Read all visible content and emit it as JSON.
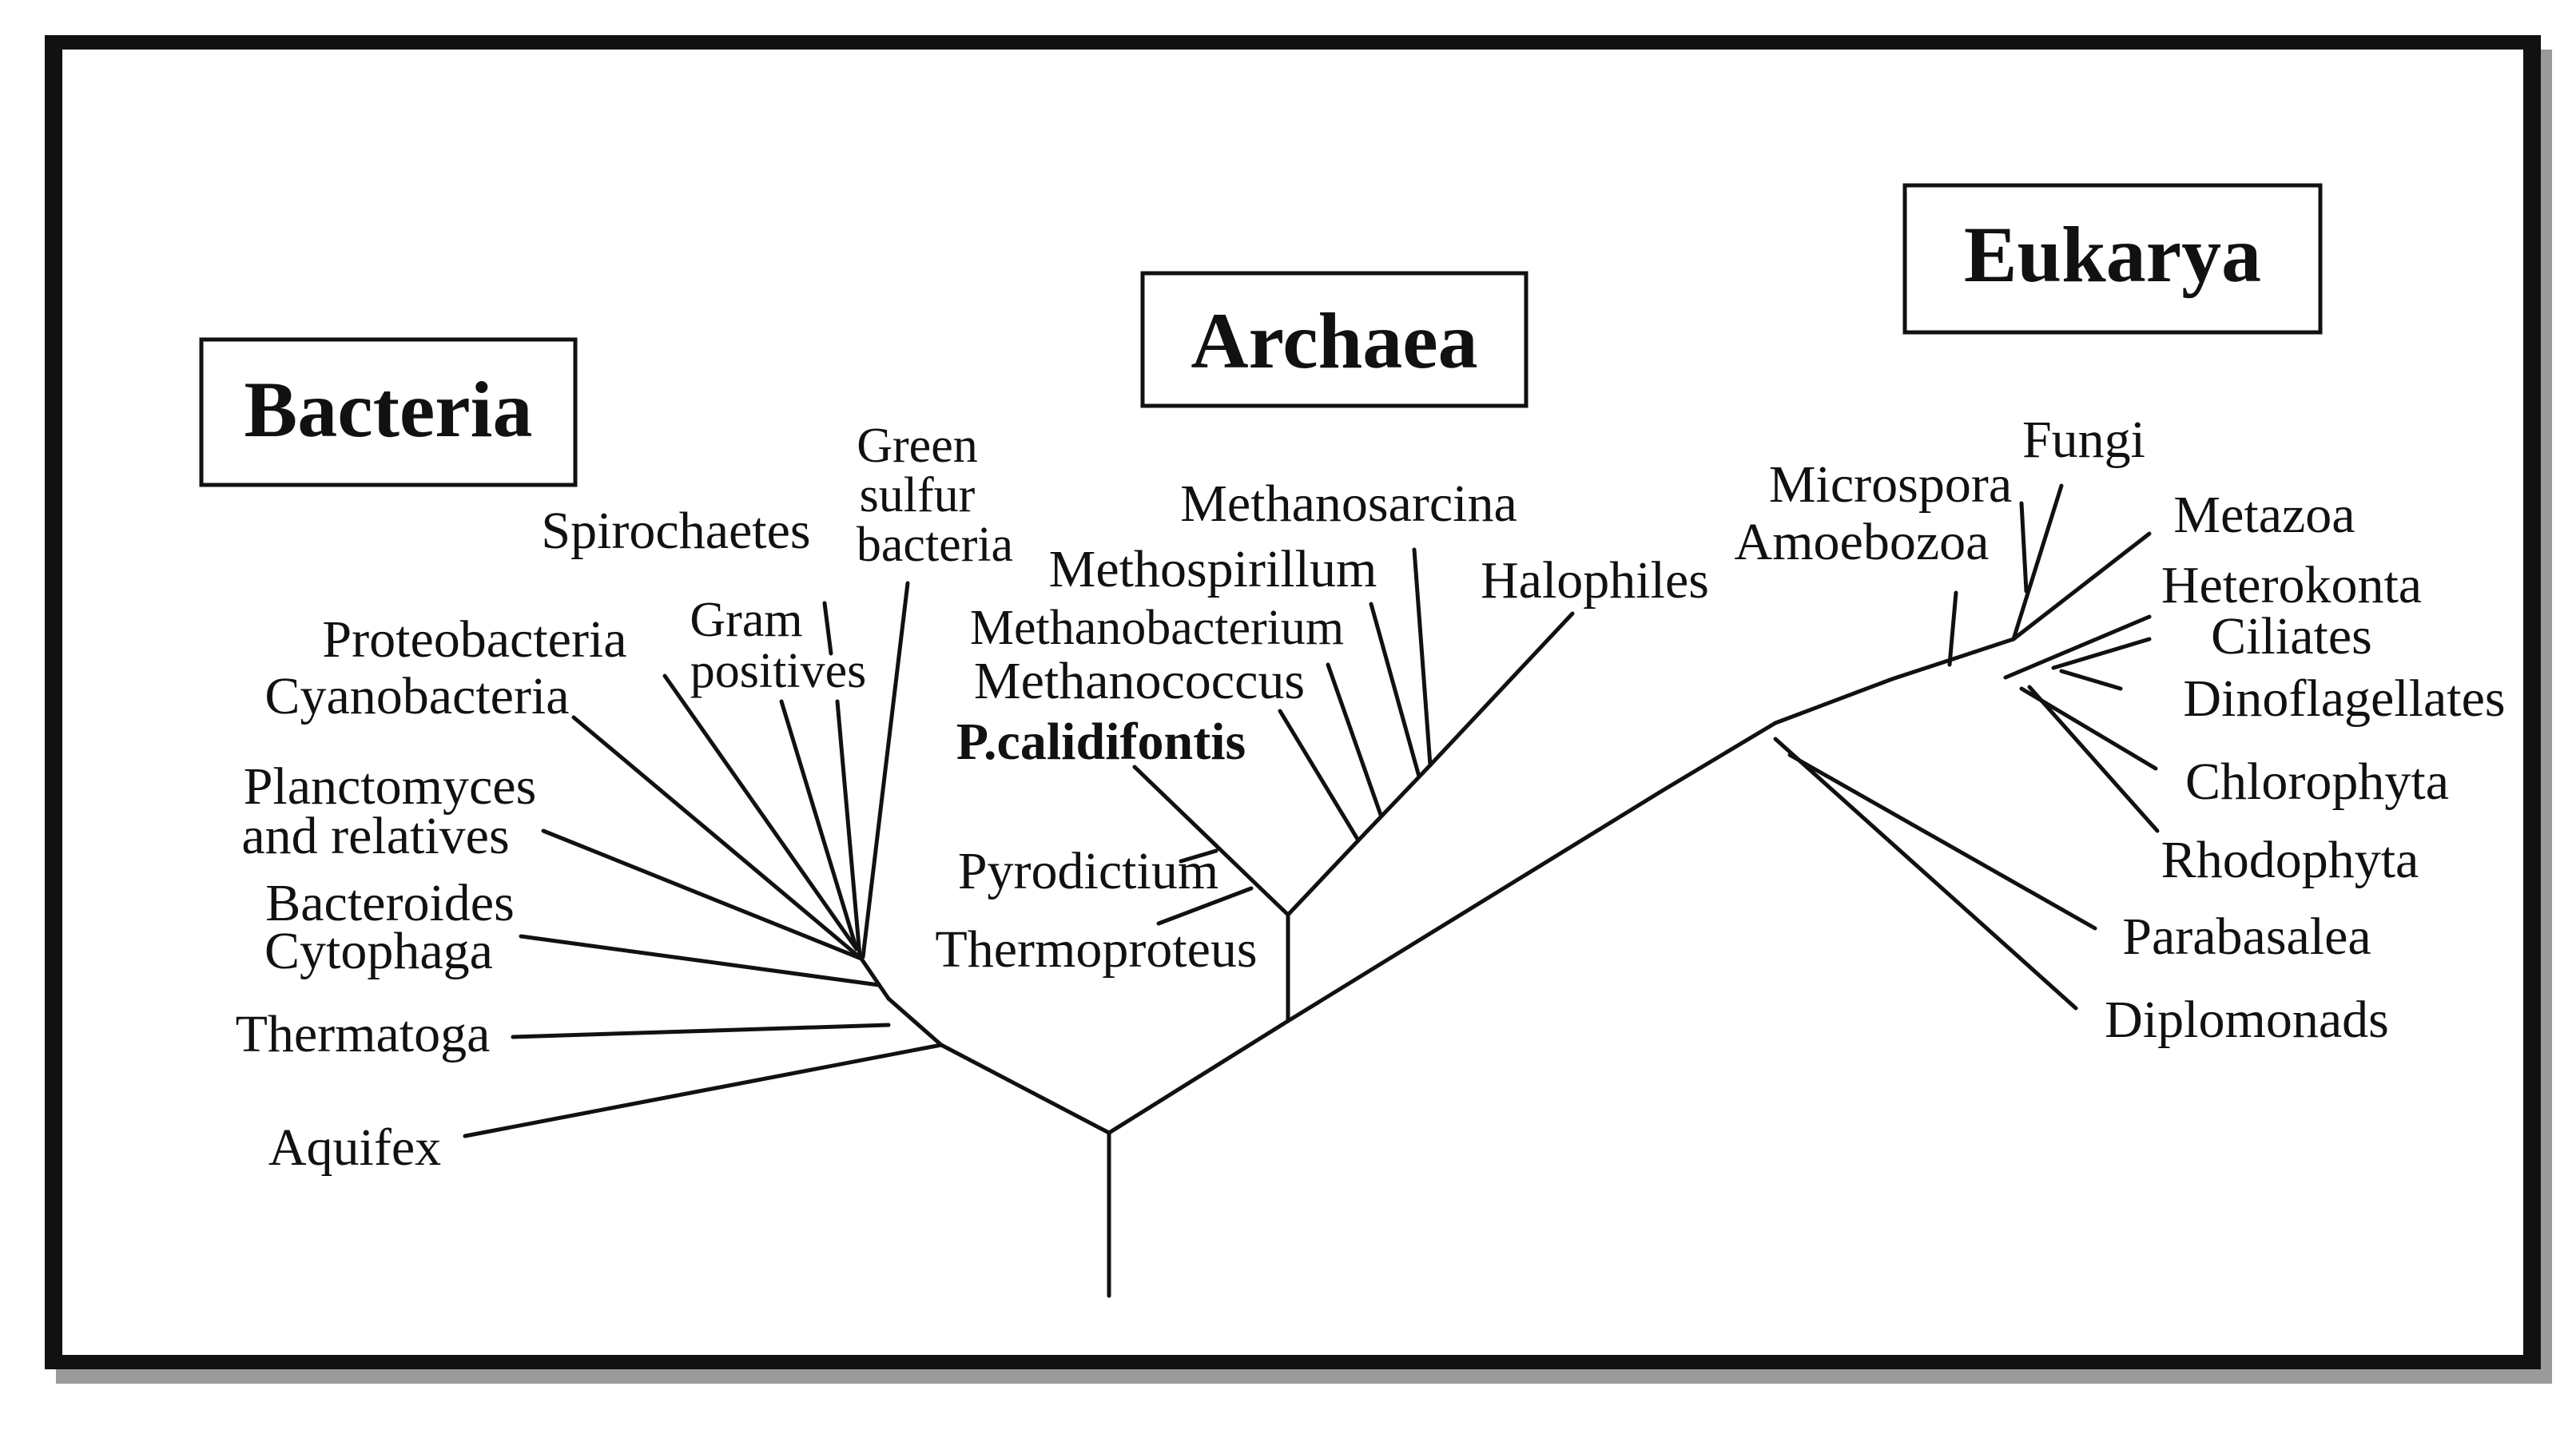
{
  "domains": {
    "bacteria": "Bacteria",
    "archaea": "Archaea",
    "eukarya": "Eukarya"
  },
  "bacteria": {
    "green_line1": "Green",
    "green_line2": "sulfur",
    "green_line3": "bacteria",
    "spirochaetes": "Spirochaetes",
    "gram_line1": "Gram",
    "gram_line2": "positives",
    "proteobacteria": "Proteobacteria",
    "cyanobacteria": "Cyanobacteria",
    "planctomyces_line1": "Planctomyces",
    "planctomyces_line2": "and relatives",
    "bacteroides": "Bacteroides",
    "cytophaga": "Cytophaga",
    "thermatoga": "Thermatoga",
    "aquifex": "Aquifex"
  },
  "archaea": {
    "methanosarcina": "Methanosarcina",
    "methospirillum": "Methospirillum",
    "methanobacterium": "Methanobacterium",
    "methanococcus": "Methanococcus",
    "calidifontis": "P.calidifontis",
    "pyrodictium": "Pyrodictium",
    "thermoproteus": "Thermoproteus",
    "halophiles": "Halophiles"
  },
  "eukarya": {
    "fungi": "Fungi",
    "microspora": "Microspora",
    "amoebozoa": "Amoebozoa",
    "metazoa": "Metazoa",
    "heterokonta": "Heterokonta",
    "ciliates": "Ciliates",
    "dinoflagellates": "Dinoflagellates",
    "chlorophyta": "Chlorophyta",
    "rhodophyta": "Rhodophyta",
    "parabasalea": "Parabasalea",
    "diplomonads": "Diplomonads"
  }
}
